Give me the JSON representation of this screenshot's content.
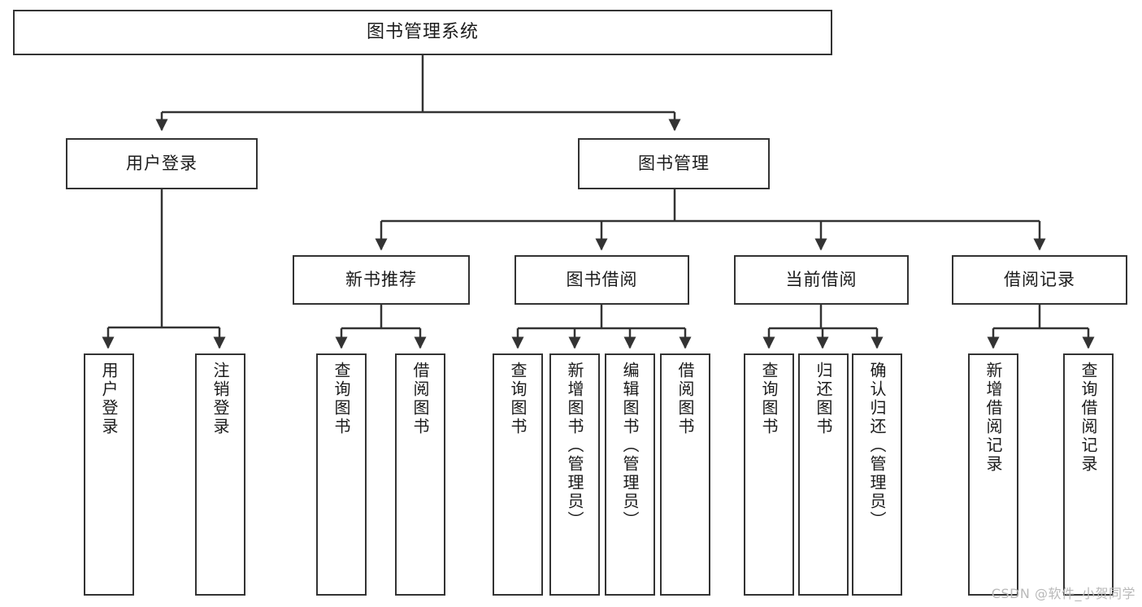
{
  "diagram": {
    "title": "图书管理系统",
    "type": "tree-hierarchy-diagram",
    "colors": {
      "node_border": "#333333",
      "node_fill": "#ffffff",
      "edge": "#333333",
      "text": "#1b1b1b",
      "watermark": "#b9b9b9"
    },
    "root": {
      "label": "图书管理系统"
    },
    "level2": [
      {
        "label": "用户登录"
      },
      {
        "label": "图书管理"
      }
    ],
    "level3": [
      {
        "label": "新书推荐"
      },
      {
        "label": "图书借阅"
      },
      {
        "label": "当前借阅"
      },
      {
        "label": "借阅记录"
      }
    ],
    "leaves": {
      "user_login": [
        {
          "label": "用户登录"
        },
        {
          "label": "注销登录"
        }
      ],
      "new_book_recommend": [
        {
          "label": "查询图书"
        },
        {
          "label": "借阅图书"
        }
      ],
      "book_borrow": [
        {
          "label": "查询图书"
        },
        {
          "label": "新增图书（管理员）"
        },
        {
          "label": "编辑图书（管理员）"
        },
        {
          "label": "借阅图书"
        }
      ],
      "current_borrow": [
        {
          "label": "查询图书"
        },
        {
          "label": "归还图书"
        },
        {
          "label": "确认归还（管理员）"
        }
      ],
      "borrow_record": [
        {
          "label": "新增借阅记录"
        },
        {
          "label": "查询借阅记录"
        }
      ]
    },
    "watermark": "CSDN @软件_小贺同学"
  }
}
